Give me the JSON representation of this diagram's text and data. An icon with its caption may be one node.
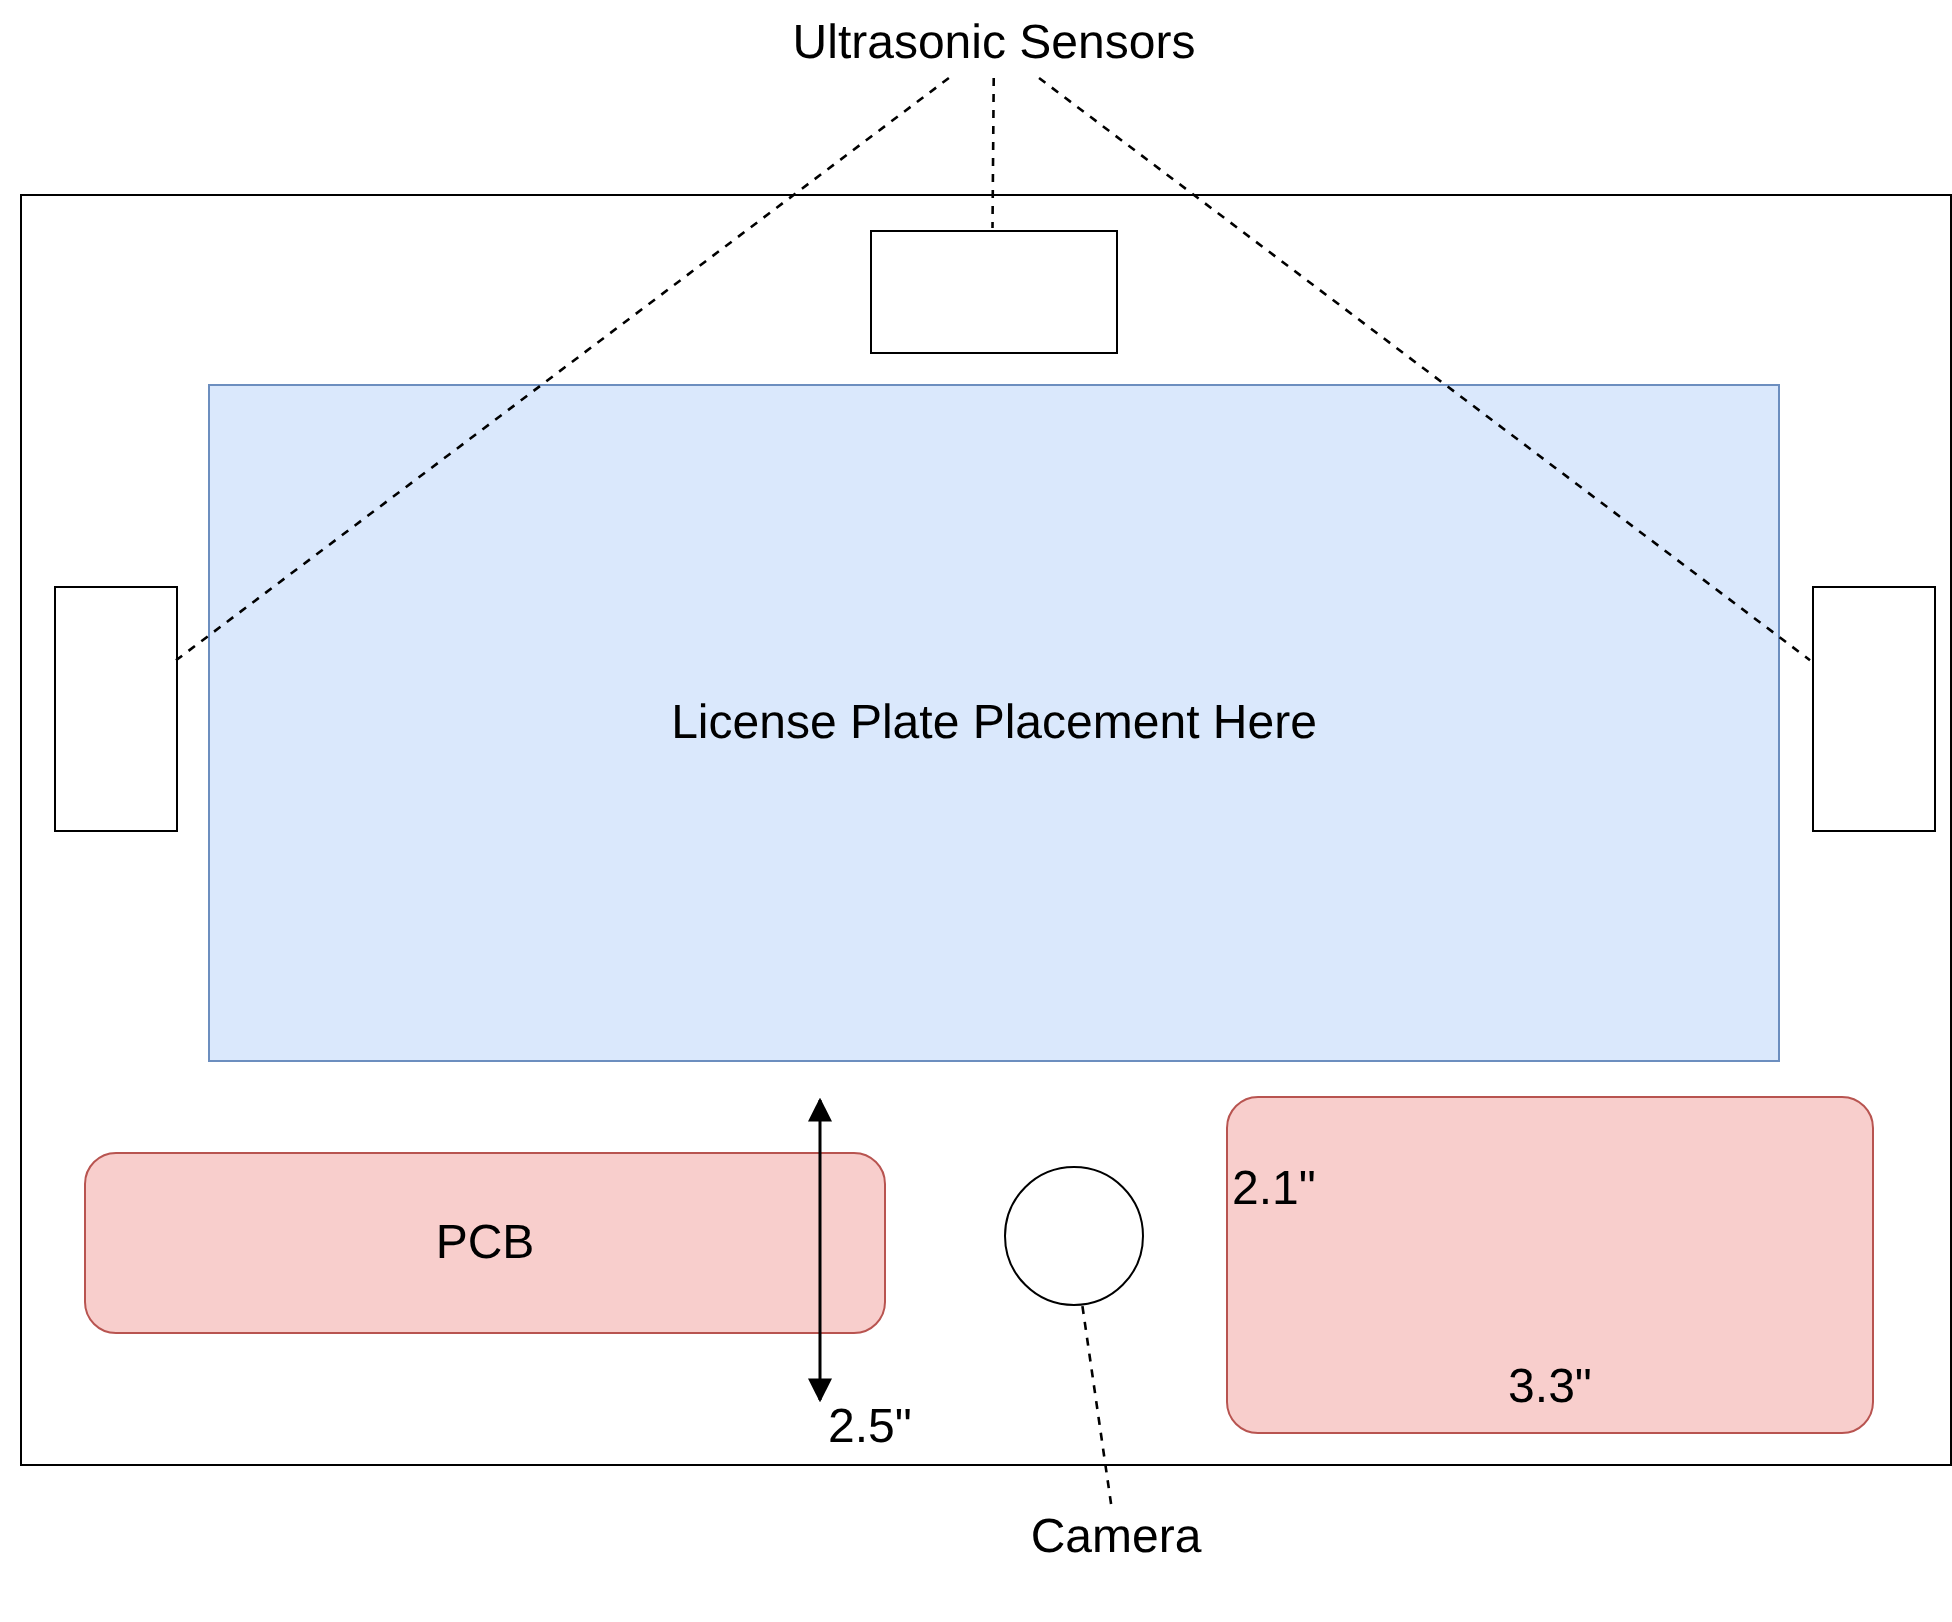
{
  "diagram": {
    "nodes": [
      {
        "text": [
          "Ultrasonic Sensors"
        ]
      },
      {
        "text": [],
        "shape": "box"
      },
      {
        "text": [],
        "shape": "box",
        "in": 1
      },
      {
        "text": [],
        "shape": "box",
        "in": 1
      },
      {
        "text": [],
        "shape": "box",
        "in": 1
      },
      {
        "text": [
          "License Plate Placement Here"
        ],
        "in": 1
      },
      {
        "text": [
          "PCB"
        ],
        "in": 1
      },
      {
        "text": [],
        "shape": "circle",
        "in": 1
      },
      {
        "text": [
          "2.1\"",
          "3.3\""
        ],
        "in": 1
      },
      {
        "text": [
          "Camera"
        ]
      }
    ],
    "edges": [
      {
        "from": 0,
        "to": 3,
        "arrow": "none",
        "style": "dashed"
      },
      {
        "from": 0,
        "to": 2,
        "arrow": "none",
        "style": "dashed"
      },
      {
        "from": 0,
        "to": 4,
        "arrow": "none",
        "style": "dashed"
      },
      {
        "from": 9,
        "to": 7,
        "arrow": "none",
        "style": "dashed"
      }
    ],
    "labels": [
      "2.5\""
    ]
  }
}
